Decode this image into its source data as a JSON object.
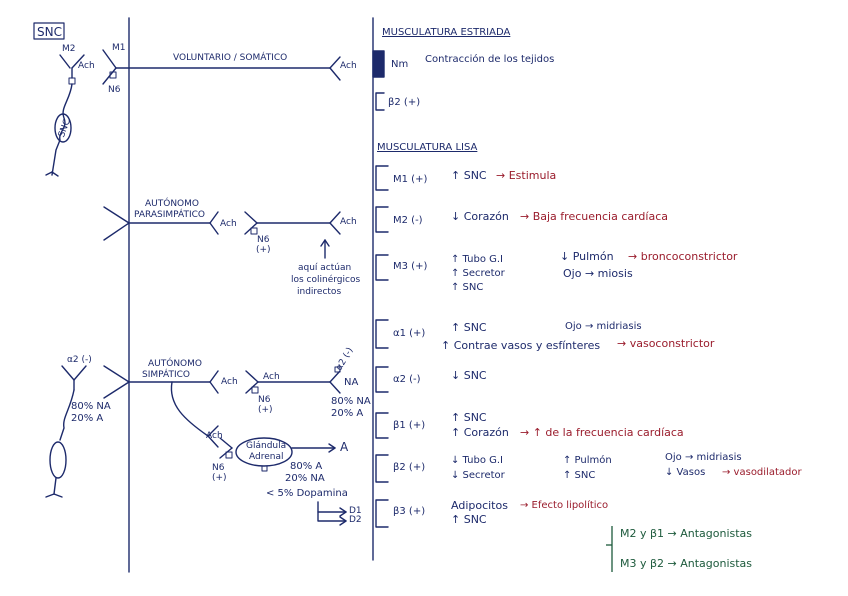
{
  "title": "SNC",
  "left": {
    "snc_cell": "SNC",
    "m2_top": "M2",
    "ach_top": "Ach",
    "m1_top": "M1",
    "n6_top": "N6",
    "alpha2_minus": "α2 (-)",
    "pct_na_left": "80% NA",
    "pct_a_left": "20% A"
  },
  "pathways": {
    "voluntario": "VOLUNTARIO / SOMÁTICO",
    "ach_vol": "Ach",
    "auto_para_1": "AUTÓNOMO",
    "auto_para_2": "PARASIMPÁTICO",
    "ach_para_1": "Ach",
    "n6_para": "N6",
    "n6_para_sign": "(+)",
    "ach_para_2": "Ach",
    "colinergicos_1": "aquí actúan",
    "colinergicos_2": "los colinérgicos",
    "colinergicos_3": "indirectos",
    "auto_simp_1": "AUTÓNOMO",
    "auto_simp_2": "SIMPÁTICO",
    "ach_simp_1": "Ach",
    "ach_simp_2": "Ach",
    "n6_simp": "N6",
    "n6_simp_sign": "(+)",
    "alpha2_simp": "α2 (-)",
    "na_simp": "NA",
    "pct_na_simp": "80% NA",
    "pct_a_simp": "20% A",
    "ach_adrenal": "Ach",
    "n6_adrenal": "N6",
    "n6_adrenal_sign": "(+)",
    "glandula_1": "Glándula",
    "glandula_2": "Adrenal",
    "arrow_a": "A",
    "adrenal_pct_a": "80% A",
    "adrenal_pct_na": "20% NA",
    "dopamina": "< 5% Dopamina",
    "d1": "D1",
    "d2": "D2"
  },
  "right": {
    "musc_estriada": "MUSCULATURA ESTRIADA",
    "nm": "Nm",
    "contraccion": "Contracción de los tejidos",
    "beta2_estriada": "β2 (+)",
    "musc_lisa": "MUSCULATURA LISA",
    "m1_label": "M1 (+)",
    "m1_effect": "↑ SNC",
    "m1_red": "→ Estimula",
    "m2_label": "M2 (-)",
    "m2_effect": "↓ Corazón",
    "m2_red": "→ Baja frecuencia cardíaca",
    "m3_label": "M3 (+)",
    "m3_e1": "↑ Tubo G.I",
    "m3_e2": "↑ Secretor",
    "m3_e3": "↑ SNC",
    "m3_pulmon": "↓ Pulmón",
    "m3_red": "→ broncoconstrictor",
    "m3_ojo": "Ojo → miosis",
    "a1_label": "α1 (+)",
    "a1_e1": "↑ SNC",
    "a1_ojo": "Ojo → midriasis",
    "a1_e2": "↑ Contrae vasos y esfínteres",
    "a1_red": "→ vasoconstrictor",
    "a2_label": "α2 (-)",
    "a2_e1": "↓ SNC",
    "b1_label": "β1 (+)",
    "b1_e1": "↑ SNC",
    "b1_e2": "↑ Corazón",
    "b1_red": "→ ↑ de la frecuencia cardíaca",
    "b2_label": "β2 (+)",
    "b2_e1": "↓ Tubo G.I",
    "b2_e2": "↓ Secretor",
    "b2_pulmon": "↑ Pulmón",
    "b2_snc": "↑ SNC",
    "b2_ojo": "Ojo → midriasis",
    "b2_vasos": "↓ Vasos",
    "b2_red": "→ vasodilatador",
    "b3_label": "β3 (+)",
    "b3_e1": "Adipocitos",
    "b3_red": "→ Efecto lipolítico",
    "b3_e2": "↑ SNC",
    "antag_1": "M2 y β1 → Antagonistas",
    "antag_2": "M3 y β2 → Antagonistas"
  },
  "colors": {
    "ink_blue": "#1d2a6b",
    "ink_red": "#9a1c2c",
    "ink_green": "#1d5a3c"
  }
}
